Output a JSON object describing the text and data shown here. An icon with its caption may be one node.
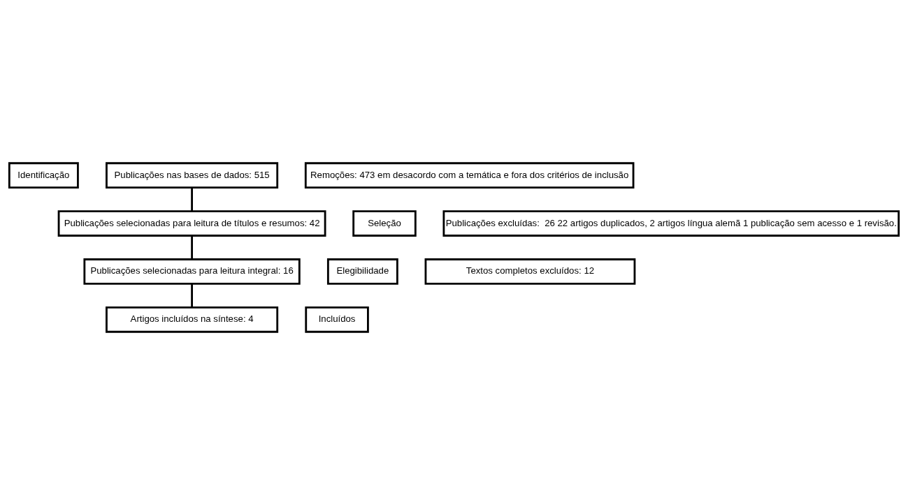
{
  "diagram": {
    "nodes": [
      {
        "text": [
          "Identificação"
        ]
      },
      {
        "text": [
          "Publicações nas bases de dados: 515"
        ]
      },
      {
        "text": [
          "Remoções: 473 em desacordo com a temática e fora dos critérios de inclusão"
        ]
      },
      {
        "text": [
          "Seleção"
        ]
      },
      {
        "text": [
          "Publicações selecionadas para leitura de títulos e resumos: 42"
        ]
      },
      {
        "text": [
          "Publicações excluídas:  26 22 artigos duplicados, 2 artigos língua alemã 1 publicação sem acesso e 1 revisão."
        ]
      },
      {
        "text": [
          "Elegibilidade"
        ]
      },
      {
        "text": [
          "Publicações selecionadas para leitura integral: 16"
        ]
      },
      {
        "text": [
          "Textos completos excluídos: 12"
        ]
      },
      {
        "text": [
          "Incluídos"
        ]
      },
      {
        "text": [
          "Artigos incluídos na síntese: 4"
        ]
      }
    ],
    "edges": [
      {
        "from": 1,
        "to": 4,
        "arrow": "none"
      },
      {
        "from": 4,
        "to": 7,
        "arrow": "none"
      },
      {
        "from": 7,
        "to": 10,
        "arrow": "none"
      }
    ]
  }
}
